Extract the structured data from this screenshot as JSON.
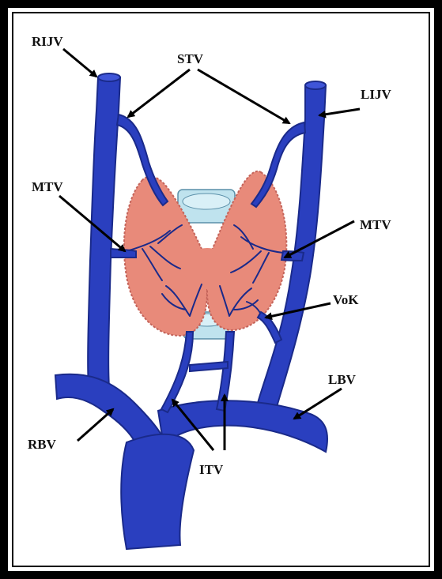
{
  "labels": {
    "rijv": "RIJV",
    "stv": "STV",
    "lijv": "LIJV",
    "mtv_left": "MTV",
    "mtv_right": "MTV",
    "vok": "VoK",
    "lbv": "LBV",
    "rbv": "RBV",
    "itv": "ITV"
  },
  "colors": {
    "vein": "#2a3fbf",
    "vein_dark": "#1a2a8a",
    "thyroid": "#e88a7a",
    "thyroid_edge": "#c4645a",
    "trachea": "#bfe3ee",
    "border": "#000000"
  }
}
